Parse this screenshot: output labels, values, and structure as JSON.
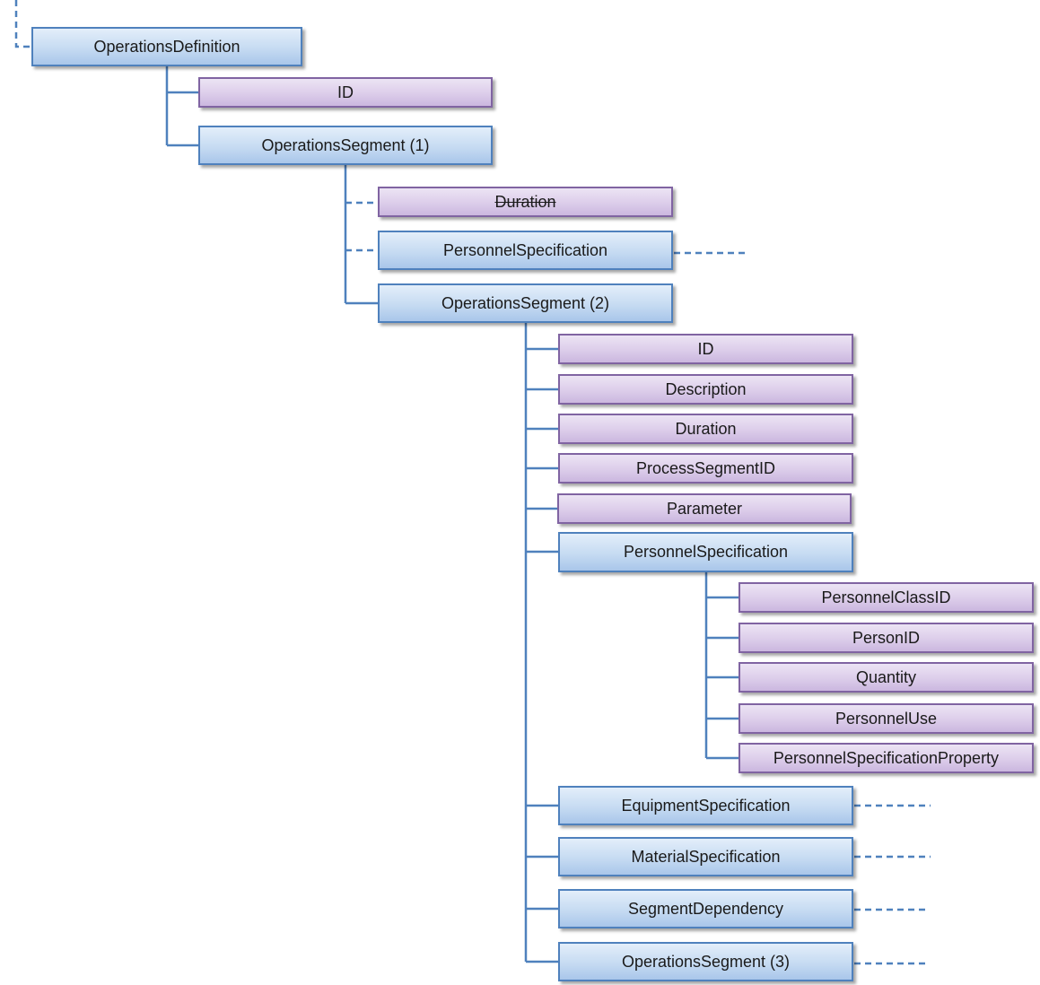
{
  "diagram": {
    "colors": {
      "blue_border": "#4f81bd",
      "purple_border": "#8064a2",
      "connector": "#4f81bd"
    },
    "nodes": {
      "operations_definition": "OperationsDefinition",
      "def_id": "ID",
      "ops_segment_1": "OperationsSegment (1)",
      "seg1_duration": "Duration",
      "seg1_personnel_spec": "PersonnelSpecification",
      "ops_segment_2": "OperationsSegment (2)",
      "seg2_id": "ID",
      "seg2_description": "Description",
      "seg2_duration": "Duration",
      "seg2_process_segment_id": "ProcessSegmentID",
      "seg2_parameter": "Parameter",
      "seg2_personnel_spec": "PersonnelSpecification",
      "ps_personnel_class_id": "PersonnelClassID",
      "ps_person_id": "PersonID",
      "ps_quantity": "Quantity",
      "ps_personnel_use": "PersonnelUse",
      "ps_personnel_spec_property": "PersonnelSpecificationProperty",
      "seg2_equipment_spec": "EquipmentSpecification",
      "seg2_material_spec": "MaterialSpecification",
      "seg2_segment_dependency": "SegmentDependency",
      "ops_segment_3": "OperationsSegment (3)"
    }
  }
}
